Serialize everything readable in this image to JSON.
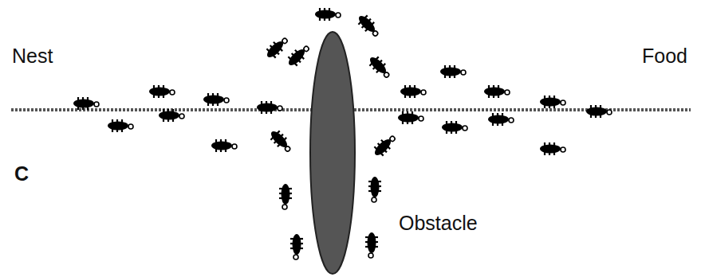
{
  "diagram": {
    "labels": [
      "Nest",
      "Food",
      "C",
      "Obstacle"
    ]
  }
}
